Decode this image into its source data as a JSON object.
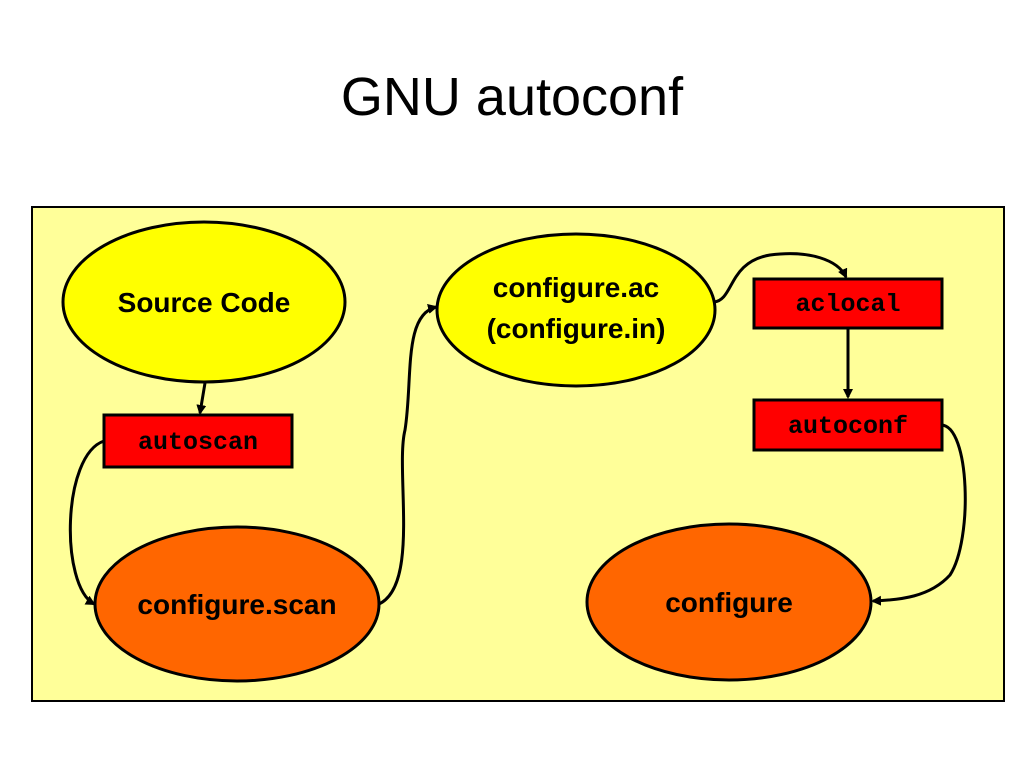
{
  "title": "GNU autoconf",
  "colors": {
    "panel_fill": "#ffff99",
    "file_yellow": "#ffff00",
    "file_orange": "#ff6600",
    "tool_red": "#ff0000",
    "stroke": "#000000"
  },
  "nodes": {
    "source_code": "Source Code",
    "configure_ac_line1": "configure.ac",
    "configure_ac_line2": "(configure.in)",
    "configure_scan": "configure.scan",
    "configure": "configure",
    "autoscan": "autoscan",
    "aclocal": "aclocal",
    "autoconf": "autoconf"
  }
}
